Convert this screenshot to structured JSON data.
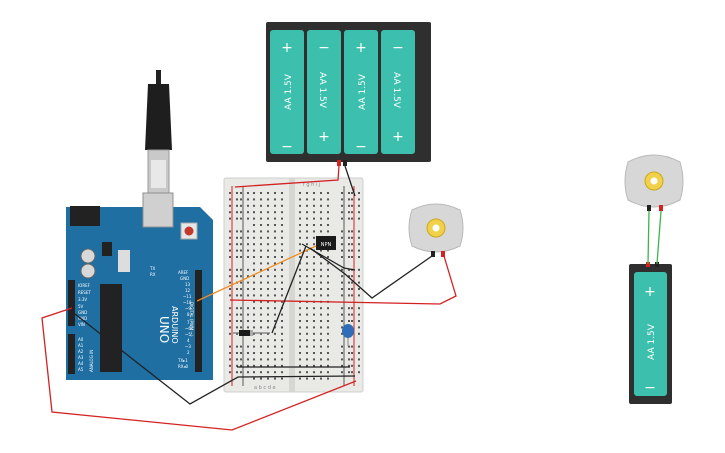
{
  "battery_pack": {
    "cells": [
      {
        "label": "AA 1.5V",
        "top_sign": "+",
        "bottom_sign": "−"
      },
      {
        "label": "AA 1.5V",
        "top_sign": "−",
        "bottom_sign": "+"
      },
      {
        "label": "AA 1.5V",
        "top_sign": "+",
        "bottom_sign": "−"
      },
      {
        "label": "AA 1.5V",
        "top_sign": "−",
        "bottom_sign": "+"
      }
    ]
  },
  "single_battery": {
    "label": "AA 1.5V",
    "top_sign": "+",
    "bottom_sign": "−"
  },
  "arduino": {
    "model_label": "UNO",
    "brand_label": "ARDUINO",
    "power_labels": [
      "IOREF",
      "RESET",
      "3.3V",
      "5V",
      "GND",
      "GND",
      "VIN"
    ],
    "analog_labels": [
      "A0",
      "A1",
      "A2",
      "A3",
      "A4",
      "A5"
    ],
    "analog_header": "ANALOG IN",
    "digital_header": "DIGITAL (PWM ~)",
    "digital_labels": [
      "AREF",
      "GND",
      "13",
      "12",
      "~11",
      "~10",
      "~9",
      "8",
      "7",
      "~6",
      "~5",
      "4",
      "~3",
      "2",
      "TX▸1",
      "RX◂0"
    ],
    "tx_rx": [
      "TX",
      "RX"
    ]
  },
  "breadboard": {
    "column_letters_top": "f g h i j",
    "column_letters_bottom": "a b c d e"
  },
  "transistor": {
    "label": "NPN"
  },
  "colors": {
    "battery_body": "#2f2f2f",
    "battery_cell": "#3dbfad",
    "arduino_board": "#1f6fa3",
    "wire_red": "#d32222",
    "wire_black": "#222222",
    "wire_orange": "#f08c1e",
    "wire_green": "#3bb54a"
  }
}
